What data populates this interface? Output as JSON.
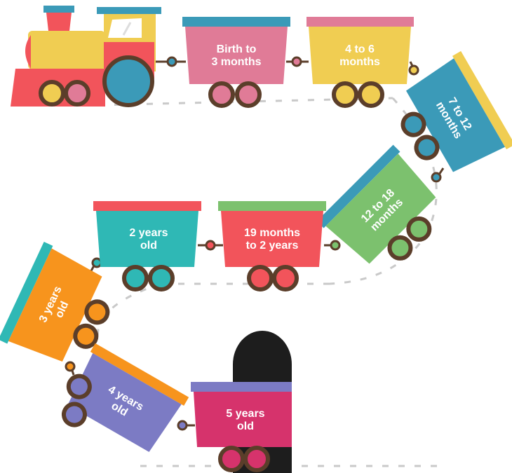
{
  "colors": {
    "pink": "#e07b97",
    "yellow": "#f0cd52",
    "teal": "#3b9ab8",
    "green": "#7cc16e",
    "red": "#f2545b",
    "cyan": "#2fb8b5",
    "orange": "#f7941d",
    "purple": "#7c7bc4",
    "magenta": "#d6336c",
    "wheel": "#5b3e2a",
    "track": "#c9c9c9",
    "tunnel": "#1d1d1d",
    "white": "#ffffff"
  },
  "cars": [
    {
      "line1": "Birth to",
      "line2": "3 months"
    },
    {
      "line1": "4 to 6",
      "line2": "months"
    },
    {
      "line1": "7 to 12",
      "line2": "months"
    },
    {
      "line1": "12 to 18",
      "line2": "months"
    },
    {
      "line1": "19 months",
      "line2": "to 2 years"
    },
    {
      "line1": "2 years",
      "line2": "old"
    },
    {
      "line1": "3 years",
      "line2": "old"
    },
    {
      "line1": "4 years",
      "line2": "old"
    },
    {
      "line1": "5 years",
      "line2": "old"
    }
  ]
}
